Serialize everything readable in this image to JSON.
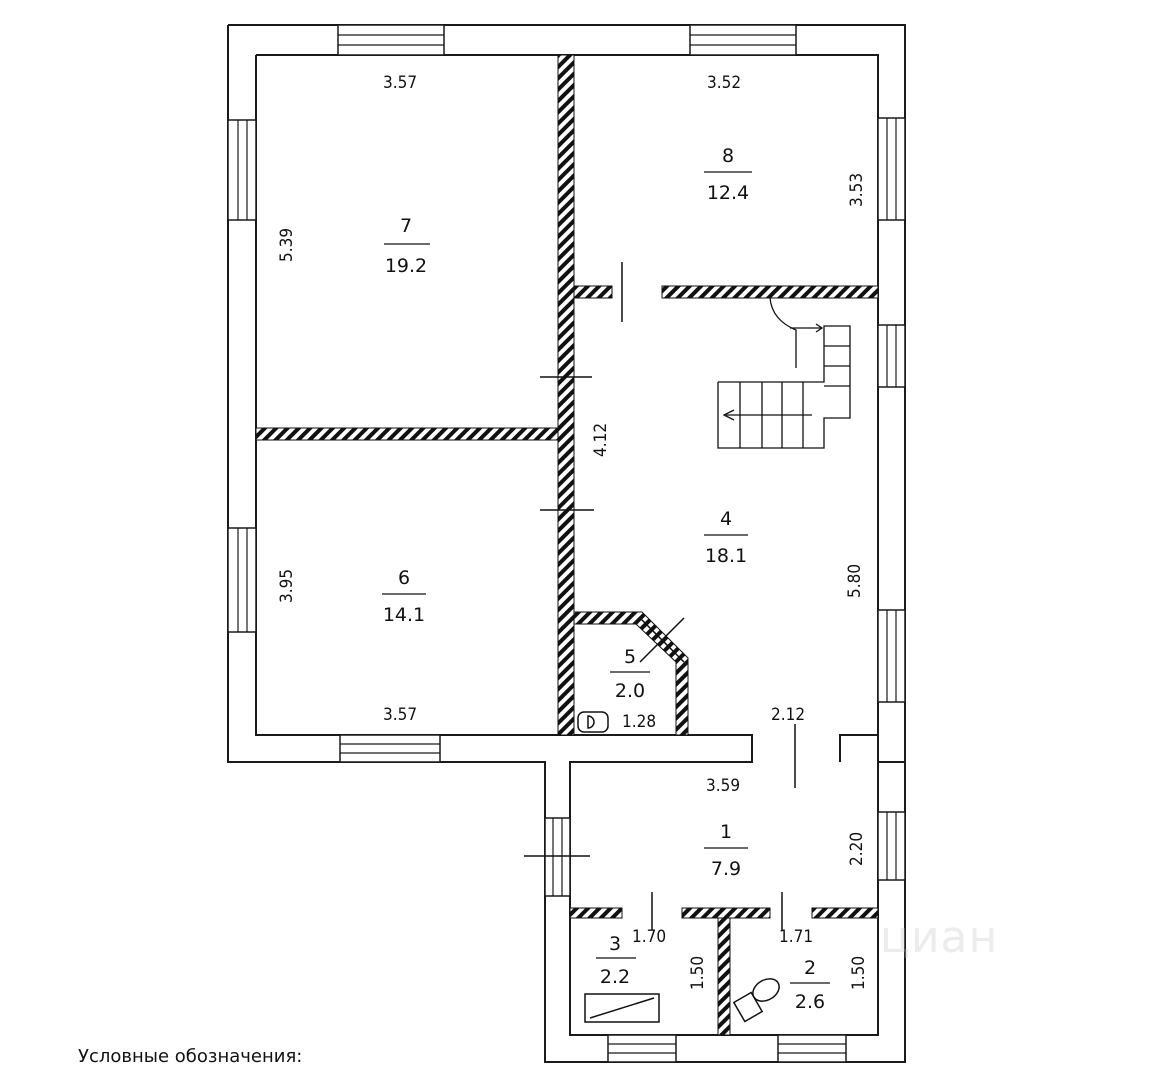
{
  "rooms": [
    {
      "id": "7",
      "number": "7",
      "area": "19.2"
    },
    {
      "id": "8",
      "number": "8",
      "area": "12.4"
    },
    {
      "id": "6",
      "number": "6",
      "area": "14.1"
    },
    {
      "id": "4",
      "number": "4",
      "area": "18.1"
    },
    {
      "id": "5",
      "number": "5",
      "area": "2.0"
    },
    {
      "id": "1",
      "number": "1",
      "area": "7.9"
    },
    {
      "id": "3",
      "number": "3",
      "area": "2.2"
    },
    {
      "id": "2",
      "number": "2",
      "area": "2.6"
    }
  ],
  "dimensions": {
    "room7_top": "3.57",
    "room7_side": "5.39",
    "room8_top": "3.52",
    "room8_side": "3.53",
    "room4_side_left": "4.12",
    "room4_side_right": "5.80",
    "room6_side": "3.95",
    "room6_bottom": "3.57",
    "room5_width": "1.28",
    "room4_bottom": "2.12",
    "room1_top": "3.59",
    "room1_side": "2.20",
    "room3_top": "1.70",
    "room3_side": "1.50",
    "room2_top": "1.71",
    "room2_side": "1.50"
  },
  "legend": {
    "title": "Условные обозначения:"
  },
  "watermark": "циан"
}
